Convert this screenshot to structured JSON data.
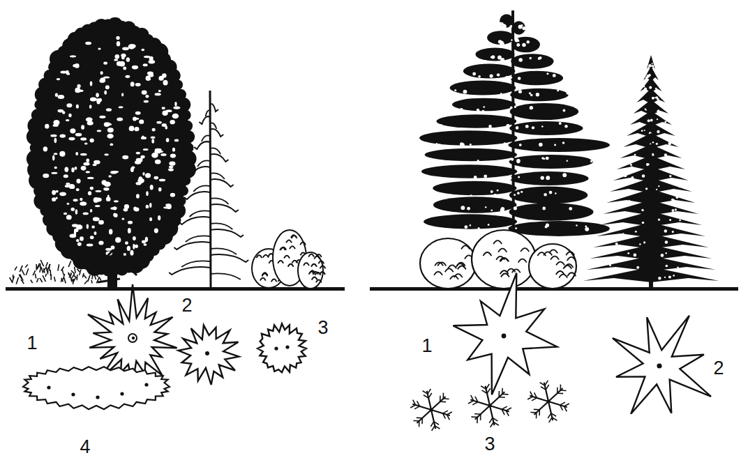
{
  "diagram": {
    "labels": [
      "1",
      "2",
      "3",
      "4",
      "1",
      "2",
      "3"
    ]
  }
}
